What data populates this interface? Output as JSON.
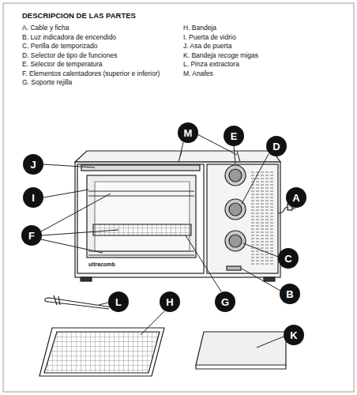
{
  "diagram": {
    "title": "DESCRIPCION DE LAS PARTES",
    "nodes": [
      {
        "text": [
          "M"
        ]
      },
      {
        "text": [
          "E"
        ]
      },
      {
        "text": [
          "D"
        ]
      },
      {
        "text": [
          "J"
        ]
      },
      {
        "text": [
          "I"
        ]
      },
      {
        "text": [
          "A"
        ]
      },
      {
        "text": [
          "F"
        ]
      },
      {
        "text": [
          "C"
        ]
      },
      {
        "text": [
          "B"
        ]
      },
      {
        "text": [
          "L"
        ]
      },
      {
        "text": [
          "H"
        ]
      },
      {
        "text": [
          "G"
        ]
      },
      {
        "text": [
          "K"
        ]
      }
    ],
    "labels": [
      "A. Cable y ficha",
      "B. Luz indicadora de encendido",
      "C. Perilla de temporizado",
      "D. Selector de tipo de funciones",
      "E. Selector de temperatura",
      "F. Elementos calentadores (superior e inferior)",
      "G. Soporte rejilla",
      "H. Bandeja",
      "I. Puerta de vidrio",
      "J. Asa de puerta",
      "K. Bandeja recoge migas",
      "L. Pinza extractora",
      "M. Anafes",
      "ultracomb"
    ]
  }
}
